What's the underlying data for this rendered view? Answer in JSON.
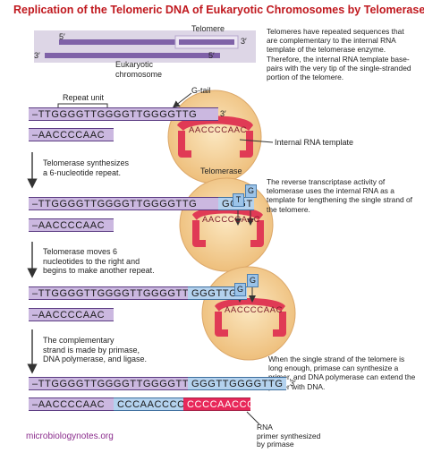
{
  "title": "Replication of the Telomeric DNA of Eukaryotic Chromosomes by Telomerase",
  "top": {
    "telomere_label": "Telomere",
    "chromosome_label": "Eukaryotic\nchromosome",
    "end5_top": "5′",
    "end3_top": "3′",
    "end3_bottom": "3′",
    "end5_bottom": "5′"
  },
  "notes": {
    "intro": "Telomeres have repeated sequences that are complementary to the internal RNA template of the telomerase enzyme. Therefore, the internal RNA template base-pairs with the very tip of the single-stranded portion of the telomere.",
    "reverse_transcriptase": "The reverse transcriptase activity of telomerase uses the internal RNA as a template for lengthening the single strand of the telomere.",
    "primase": "When the single strand of the telomere is long enough, primase can synthesize a primer, and DNA polymerase can extend the primer with DNA."
  },
  "labels": {
    "repeat_unit": "Repeat unit",
    "g_tail": "G-tail",
    "internal_rna": "Internal RNA template",
    "telomerase": "Telomerase",
    "rna_primer": "RNA\nprimer synthesized\nby primase"
  },
  "steps": {
    "synthesizes": "Telomerase synthesizes\na 6-nucleotide repeat.",
    "moves": "Telomerase moves 6\nnucleotides to the right and\nbegins to make another repeat.",
    "complementary": "The complementary\nstrand is made by primase,\nDNA polymerase, and ligase."
  },
  "rows": [
    {
      "top_purple": "–TTGGGGTTGGGGTTGGGGTTG",
      "top_blue": "",
      "bottom_purple": "–AACCCCAAC",
      "bottom_blue": "",
      "bottom_pink": "",
      "end3": "3′",
      "rna": "AACCCCAAC"
    },
    {
      "top_purple": "–TTGGGGTTGGGGTTGGGGTTG",
      "top_blue": "GGGT",
      "bottom_purple": "–AACCCCAAC",
      "bottom_blue": "",
      "bottom_pink": "",
      "end3": "",
      "rna": "AACCCCAAC",
      "added": [
        "T",
        "G"
      ]
    },
    {
      "top_purple": "–TTGGGGTTGGGGTTGGGGTTG",
      "top_blue": "GGGTTG",
      "bottom_purple": "–AACCCCAAC",
      "bottom_blue": "",
      "bottom_pink": "",
      "end3": "",
      "rna": "AACCCCAAC",
      "added": [
        "G",
        "G"
      ]
    },
    {
      "top_purple": "–TTGGGGTTGGGGTTGGGGTTG",
      "top_blue": "GGGTTGGGGTTG",
      "bottom_purple": "–AACCCCAAC",
      "bottom_blue": "CCCAACCCCAA",
      "bottom_pink": "CCCCAACCCC",
      "end3": "3′",
      "rna": ""
    }
  ],
  "watermark": "microbiologynotes.org",
  "colors": {
    "title": "#c0181e",
    "strand_purple": "#cbb8e0",
    "strand_blue": "#b4d2ee",
    "primer_pink": "#e8285a",
    "telomerase_fill": "#f6d9a0",
    "rna_red": "#e03a55"
  }
}
